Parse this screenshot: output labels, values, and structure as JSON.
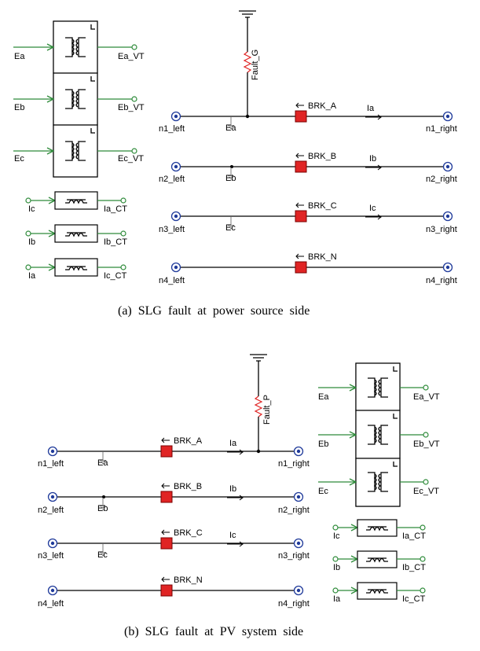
{
  "panel_a": {
    "caption": "(a)  SLG  fault  at  power  source  side",
    "vt": [
      {
        "in": "Ea",
        "out": "Ea_VT"
      },
      {
        "in": "Eb",
        "out": "Eb_VT"
      },
      {
        "in": "Ec",
        "out": "Ec_VT"
      }
    ],
    "ct": [
      {
        "in": "Ic",
        "out": "Ia_CT"
      },
      {
        "in": "Ib",
        "out": "Ib_CT"
      },
      {
        "in": "Ia",
        "out": "Ic_CT"
      }
    ],
    "fault_label": "Fault_G",
    "lines": [
      {
        "left": "n1_left",
        "right": "n1_right",
        "breaker": "BRK_A",
        "current": "Ia",
        "source": "Ea"
      },
      {
        "left": "n2_left",
        "right": "n2_right",
        "breaker": "BRK_B",
        "current": "Ib",
        "source": "Eb"
      },
      {
        "left": "n3_left",
        "right": "n3_right",
        "breaker": "BRK_C",
        "current": "Ic",
        "source": "Ec"
      },
      {
        "left": "n4_left",
        "right": "n4_right",
        "breaker": "BRK_N",
        "current": "",
        "source": ""
      }
    ]
  },
  "panel_b": {
    "caption": "(b)  SLG  fault  at  PV  system  side",
    "vt": [
      {
        "in": "Ea",
        "out": "Ea_VT"
      },
      {
        "in": "Eb",
        "out": "Eb_VT"
      },
      {
        "in": "Ec",
        "out": "Ec_VT"
      }
    ],
    "ct": [
      {
        "in": "Ic",
        "out": "Ia_CT"
      },
      {
        "in": "Ib",
        "out": "Ib_CT"
      },
      {
        "in": "Ia",
        "out": "Ic_CT"
      }
    ],
    "fault_label": "Fault_P",
    "lines": [
      {
        "left": "n1_left",
        "right": "n1_right",
        "breaker": "BRK_A",
        "current": "Ia",
        "source": "Ea"
      },
      {
        "left": "n2_left",
        "right": "n2_right",
        "breaker": "BRK_B",
        "current": "Ib",
        "source": "Eb"
      },
      {
        "left": "n3_left",
        "right": "n3_right",
        "breaker": "BRK_C",
        "current": "Ic",
        "source": "Ec"
      },
      {
        "left": "n4_left",
        "right": "n4_right",
        "breaker": "BRK_N",
        "current": "",
        "source": ""
      }
    ]
  },
  "colors": {
    "breaker": "#e02424",
    "node": "#1f3a9a",
    "signal_wire": "#2e8b3a",
    "fault": "#e02424"
  },
  "icons": [
    "voltage-transformer-icon",
    "current-transformer-icon",
    "ground-icon",
    "breaker-icon",
    "node-icon",
    "fault-icon"
  ]
}
